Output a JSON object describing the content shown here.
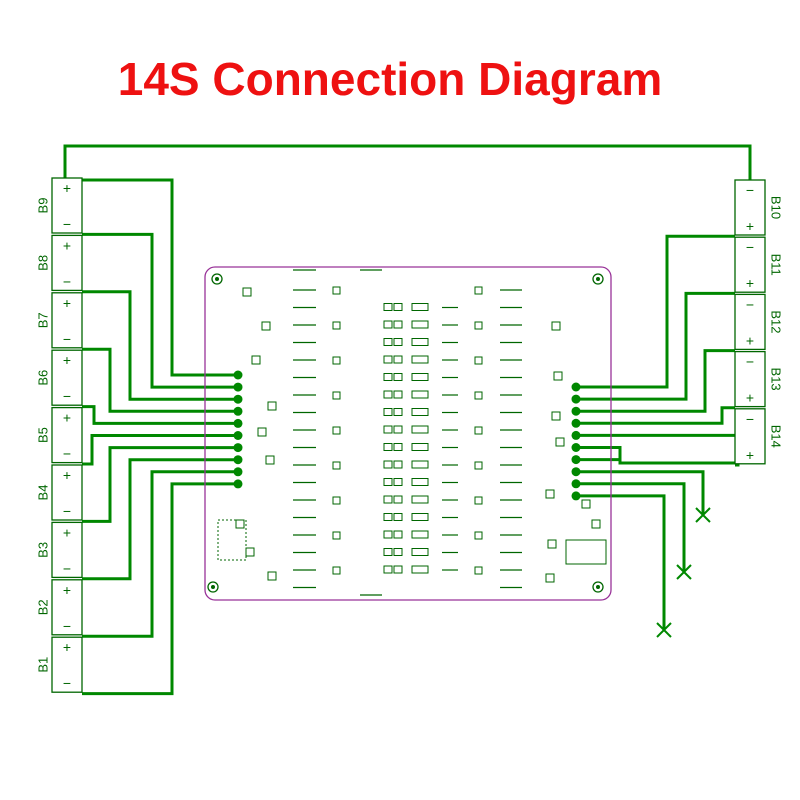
{
  "title": "14S Connection Diagram",
  "colors": {
    "title": "#ee1111",
    "wire": "#008800",
    "board": "#993399",
    "component": "#006600"
  },
  "left_cells": [
    {
      "label": "B9",
      "top_sign": "+",
      "bottom_sign": "−"
    },
    {
      "label": "B8",
      "top_sign": "+",
      "bottom_sign": "−"
    },
    {
      "label": "B7",
      "top_sign": "+",
      "bottom_sign": "−"
    },
    {
      "label": "B6",
      "top_sign": "+",
      "bottom_sign": "−"
    },
    {
      "label": "B5",
      "top_sign": "+",
      "bottom_sign": "−"
    },
    {
      "label": "B4",
      "top_sign": "+",
      "bottom_sign": "−"
    },
    {
      "label": "B3",
      "top_sign": "+",
      "bottom_sign": "−"
    },
    {
      "label": "B2",
      "top_sign": "+",
      "bottom_sign": "−"
    },
    {
      "label": "B1",
      "top_sign": "+",
      "bottom_sign": "−"
    }
  ],
  "right_cells": [
    {
      "label": "B10",
      "top_sign": "−",
      "bottom_sign": "+"
    },
    {
      "label": "B11",
      "top_sign": "−",
      "bottom_sign": "+"
    },
    {
      "label": "B12",
      "top_sign": "−",
      "bottom_sign": "+"
    },
    {
      "label": "B13",
      "top_sign": "−",
      "bottom_sign": "+"
    },
    {
      "label": "B14",
      "top_sign": "−",
      "bottom_sign": "+"
    }
  ],
  "left_pin_count": 10,
  "right_pin_count": 10
}
